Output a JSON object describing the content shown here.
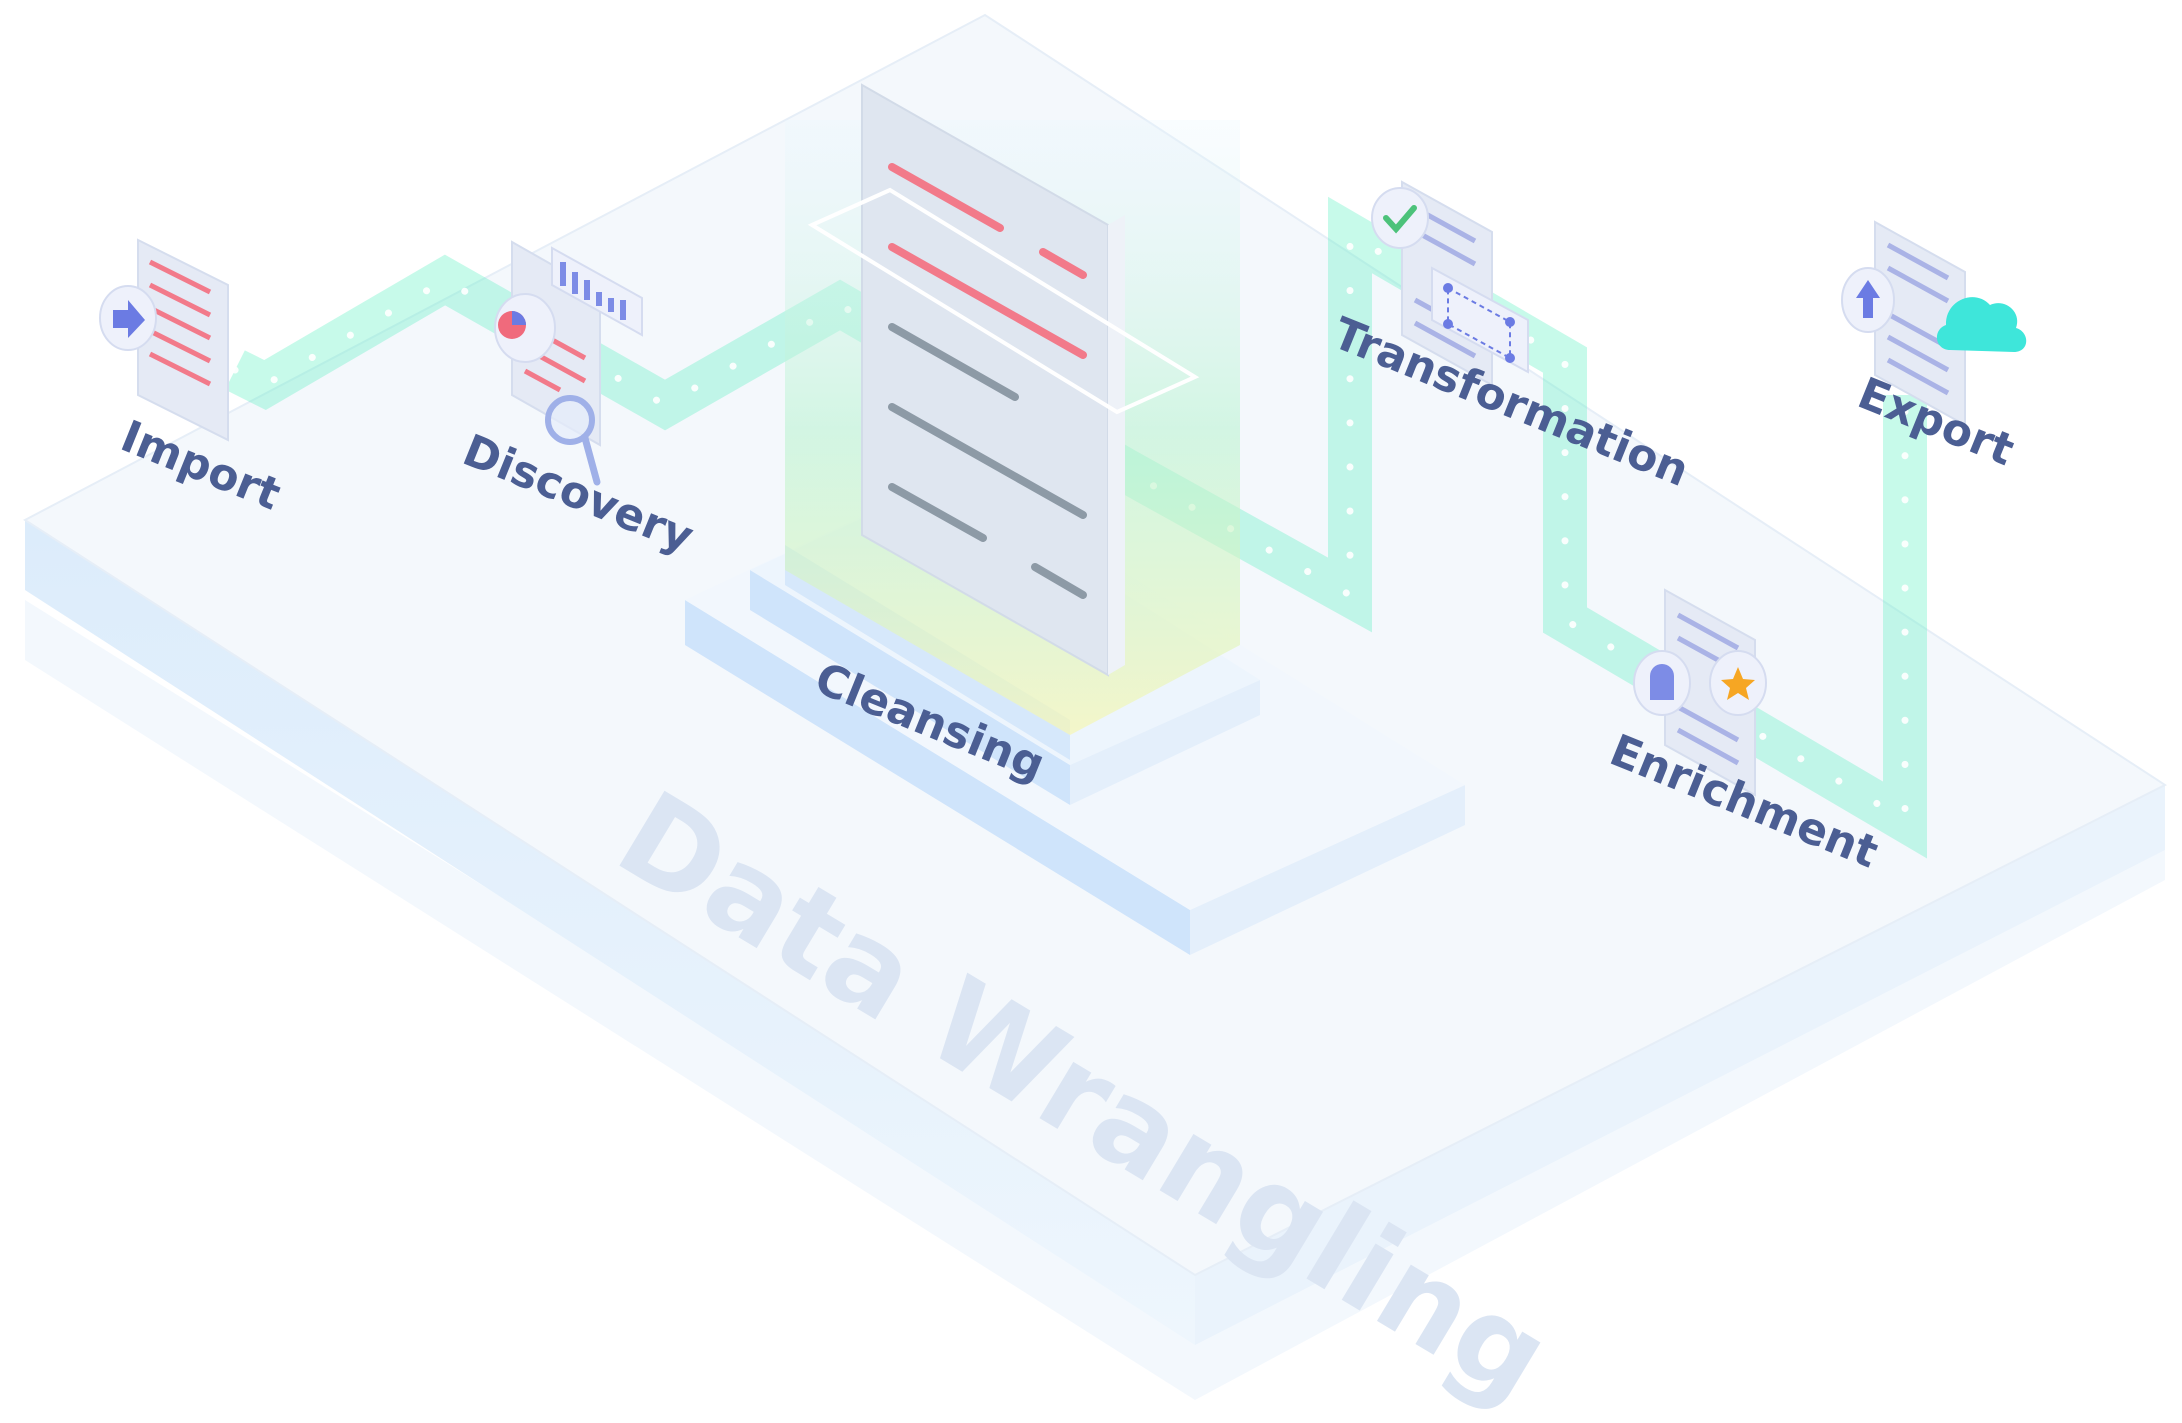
{
  "diagram": {
    "title": "Data Wrangling",
    "stages": [
      {
        "label": "Import",
        "icon": "import-arrow-icon"
      },
      {
        "label": "Discovery",
        "icon": "magnifier-chart-icon"
      },
      {
        "label": "Cleansing",
        "icon": "document-scanner-icon"
      },
      {
        "label": "Transformation",
        "icon": "checkmark-box-icon"
      },
      {
        "label": "Enrichment",
        "icon": "ai-star-icon"
      },
      {
        "label": "Export",
        "icon": "upload-cloud-icon"
      }
    ],
    "colors": {
      "platform_top": "#f4f8fc",
      "platform_side": "#e0eefb",
      "flow": "#5ff0c2",
      "doc_lines_red": "#f27a8a",
      "doc_lines_blue": "#aab3e6",
      "doc_lines_gray": "#8d9aa6",
      "label": "#4b5e93",
      "accent_cloud": "#3ee6da",
      "accent_star": "#f6a623",
      "accent_check": "#4cc27a"
    }
  }
}
